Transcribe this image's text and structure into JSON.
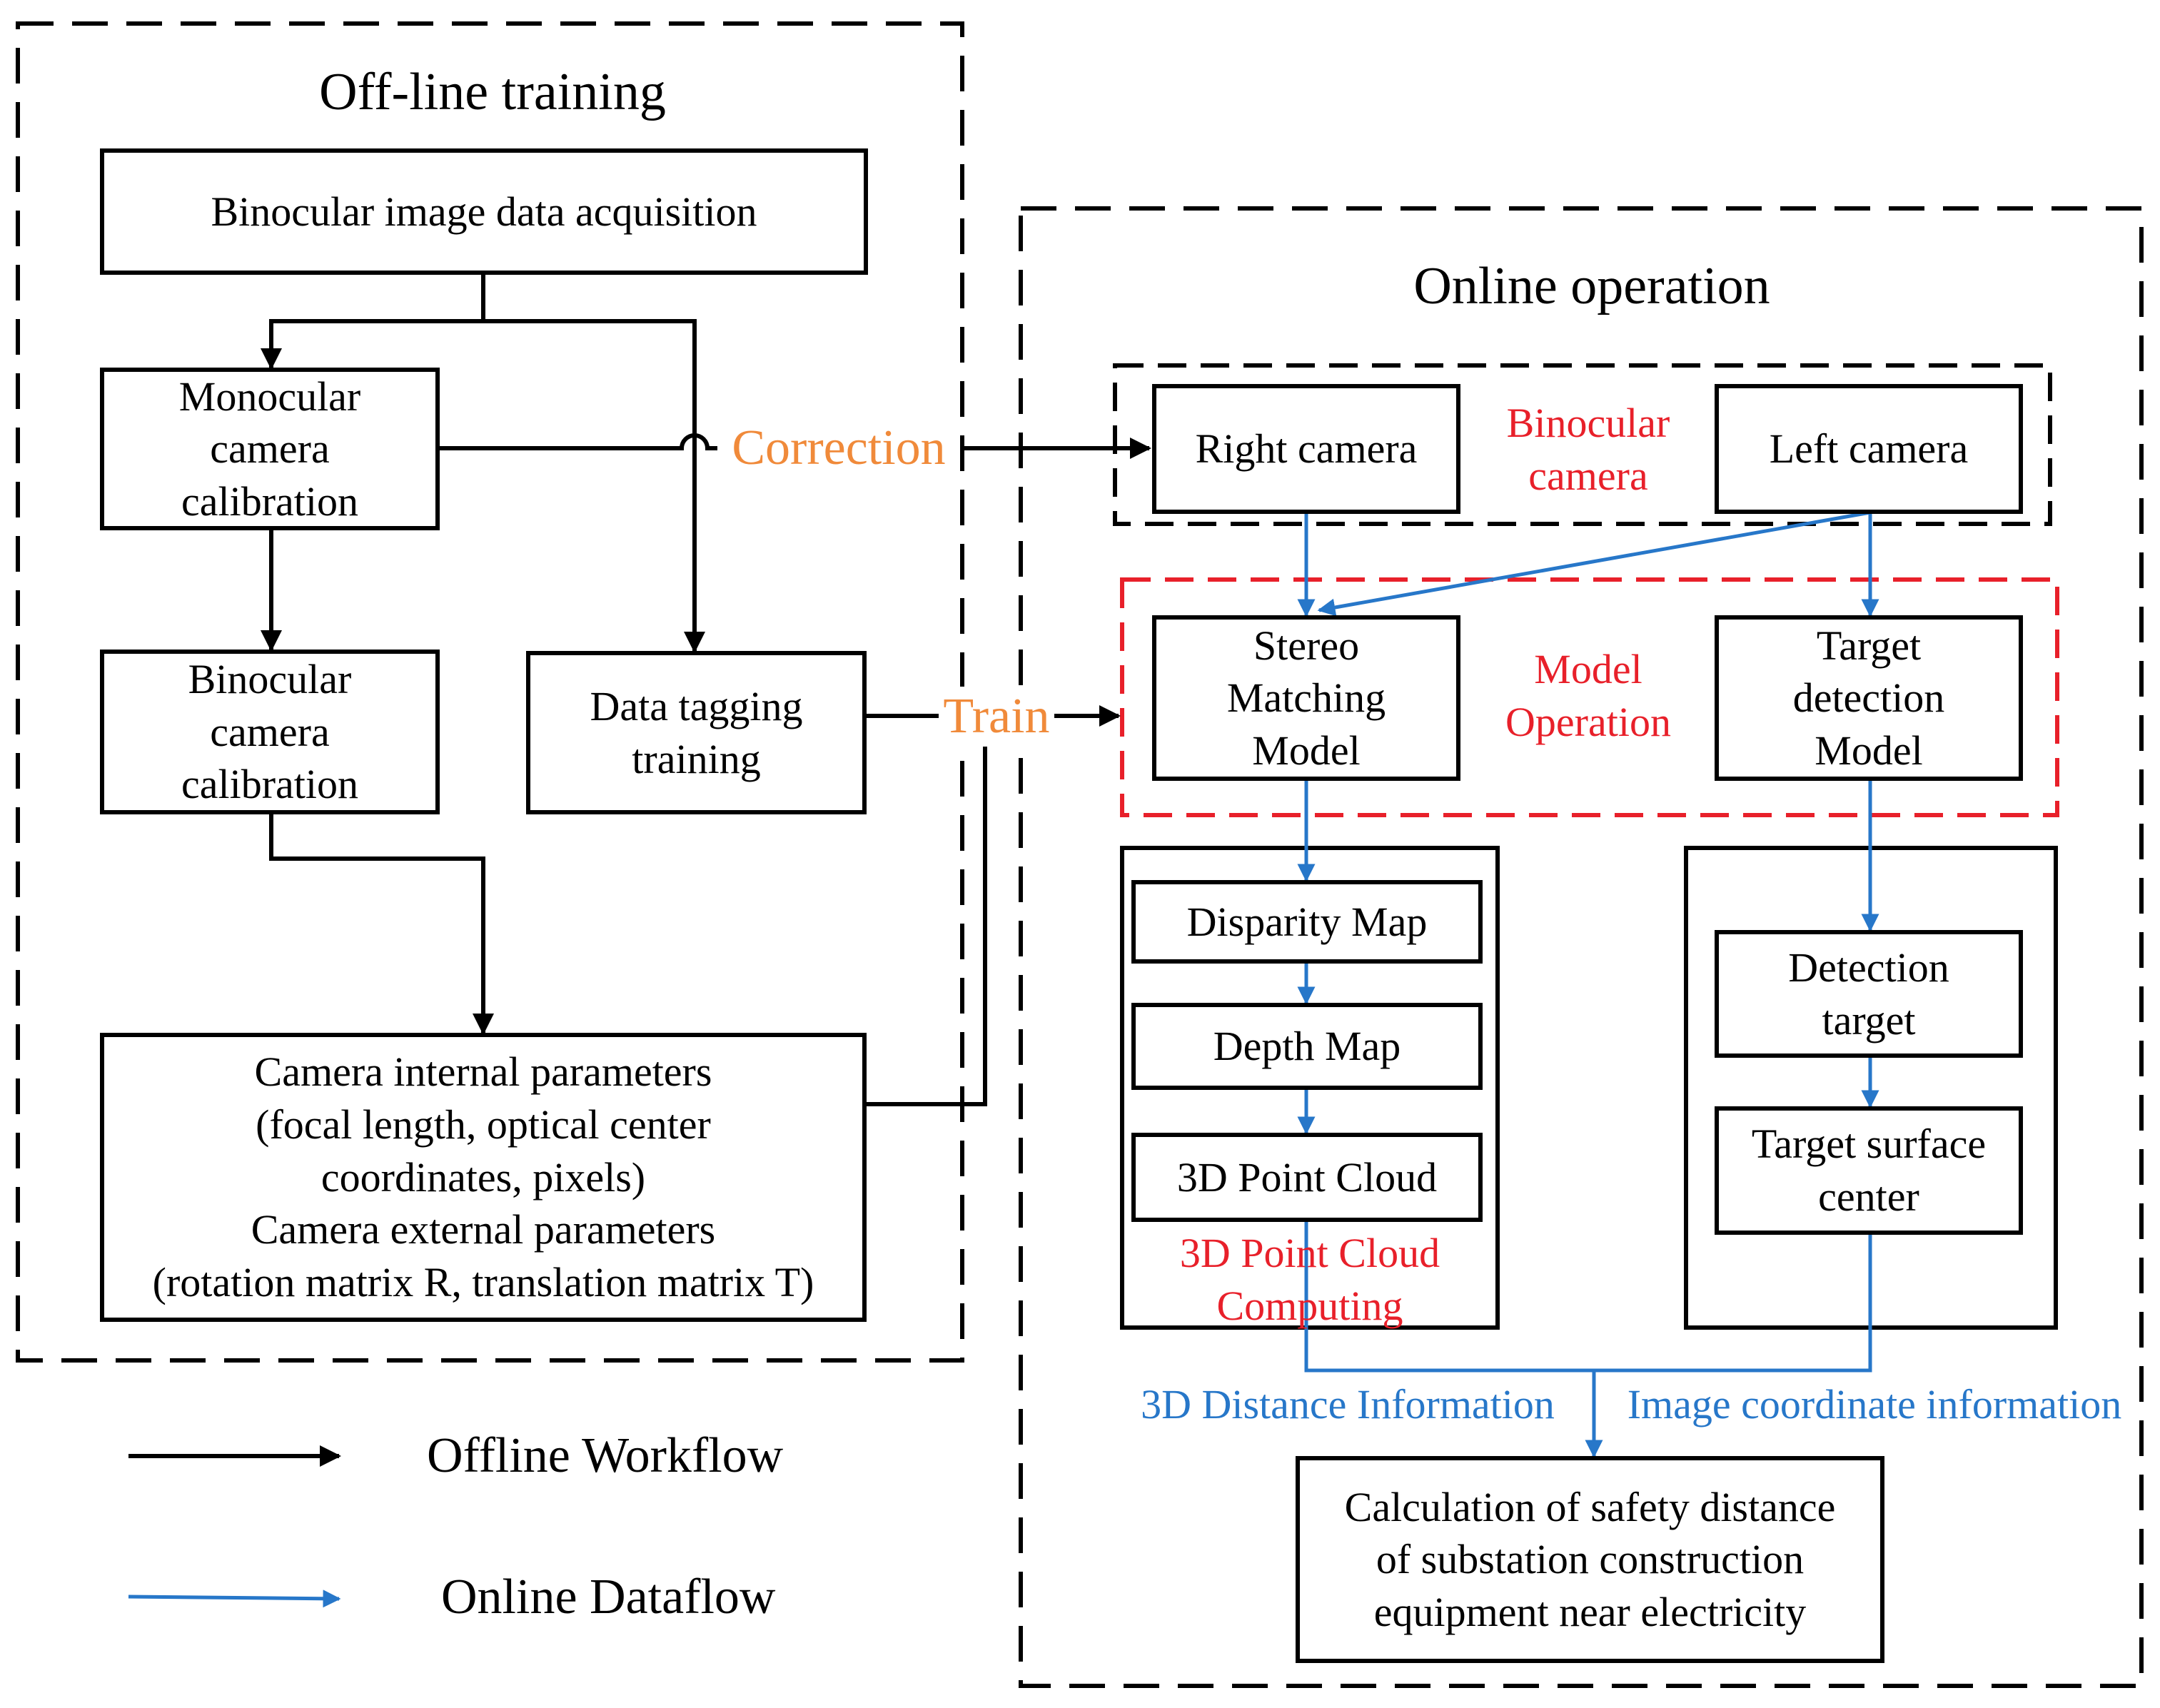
{
  "colors": {
    "offline_line": "#000000",
    "online_line": "#2777c9",
    "highlight_red": "#e8202a",
    "highlight_orange": "#f08a3a"
  },
  "offline": {
    "title": "Off-line training",
    "acquisition": "Binocular image data acquisition",
    "mono_calib": "Monocular\ncamera\ncalibration",
    "bino_calib": "Binocular\ncamera\ncalibration",
    "tagging": "Data tagging\ntraining",
    "parameters": "Camera internal parameters\n(focal length, optical center\ncoordinates, pixels)\nCamera external parameters\n(rotation matrix R, translation matrix T)"
  },
  "online": {
    "title": "Online operation",
    "right_camera": "Right camera",
    "left_camera": "Left camera",
    "binocular_camera_label": "Binocular\ncamera",
    "stereo_model": "Stereo\nMatching\nModel",
    "model_operation_label": "Model\nOperation",
    "target_model": "Target\ndetection\nModel",
    "disparity_map": "Disparity Map",
    "depth_map": "Depth Map",
    "point_cloud": "3D  Point Cloud",
    "point_cloud_label": "3D Point Cloud\nComputing",
    "detection_target": "Detection\ntarget",
    "surface_center": "Target surface\ncenter",
    "distance_info": "3D Distance Information",
    "image_coord_info": "Image coordinate information",
    "safety_calc": "Calculation of safety distance\nof substation construction\nequipment near electricity"
  },
  "connectors": {
    "correction": "Correction",
    "train": "Train"
  },
  "legend": {
    "offline": "Offline Workflow",
    "online": "Online Dataflow"
  }
}
